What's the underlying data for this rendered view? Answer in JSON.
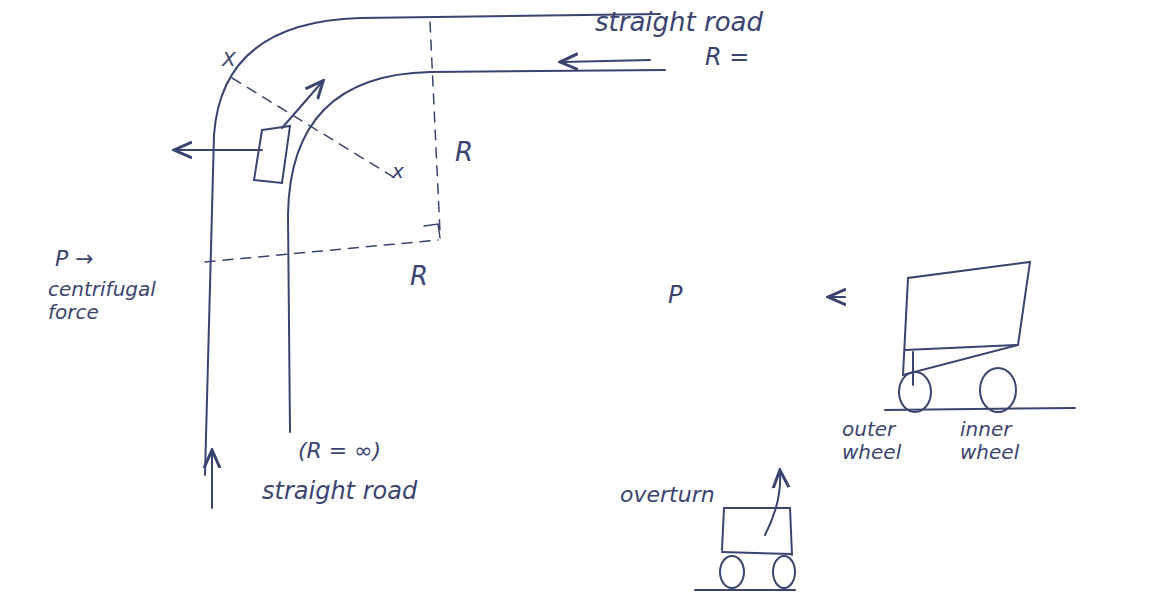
{
  "diagram": {
    "labels": [
      "straight road",
      "R =",
      "X",
      "x",
      "R",
      "R",
      "P →",
      "centrifugal force",
      "P",
      "(R = ∞)",
      "straight road",
      "overturn",
      "outer wheel",
      "inner wheel"
    ]
  }
}
